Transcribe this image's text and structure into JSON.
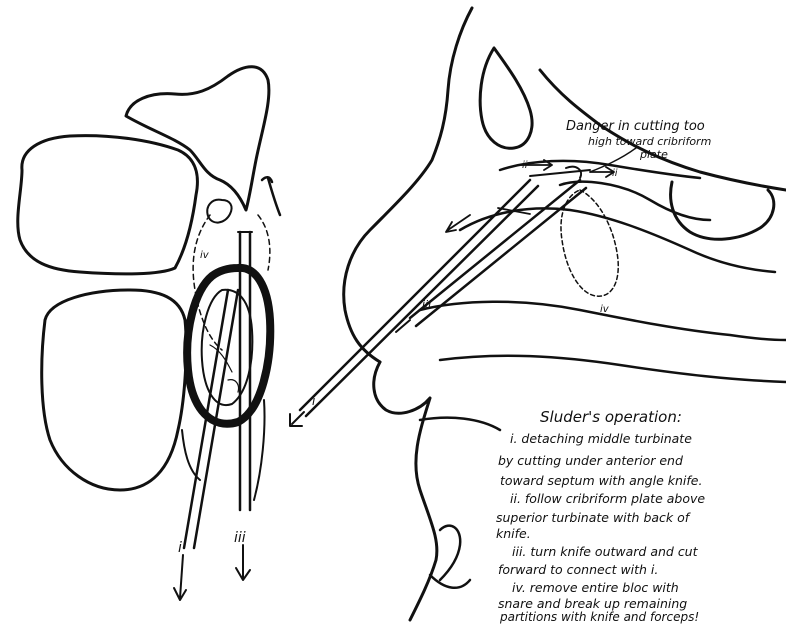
{
  "annotations": {
    "danger": [
      "Danger in cutting too",
      "high toward cribriform",
      "plate"
    ]
  },
  "markers": {
    "left_i": "i",
    "left_iii": "iii",
    "left_iv": "iv",
    "right_i": "i",
    "right_ii_a": "ii",
    "right_ii_b": "ii",
    "right_iii": "iii",
    "right_iv": "iv"
  },
  "caption": {
    "title": "Sluder's operation:",
    "lines": [
      "i. detaching middle turbinate",
      "by cutting under anterior end",
      "toward septum with angle knife.",
      "ii. follow cribriform plate above",
      "superior turbinate with back of",
      "knife.",
      "iii. turn knife outward and cut",
      "forward to connect with i.",
      "iv. remove entire bloc with",
      "snare and break up remaining",
      "partitions with knife and forceps!"
    ]
  }
}
